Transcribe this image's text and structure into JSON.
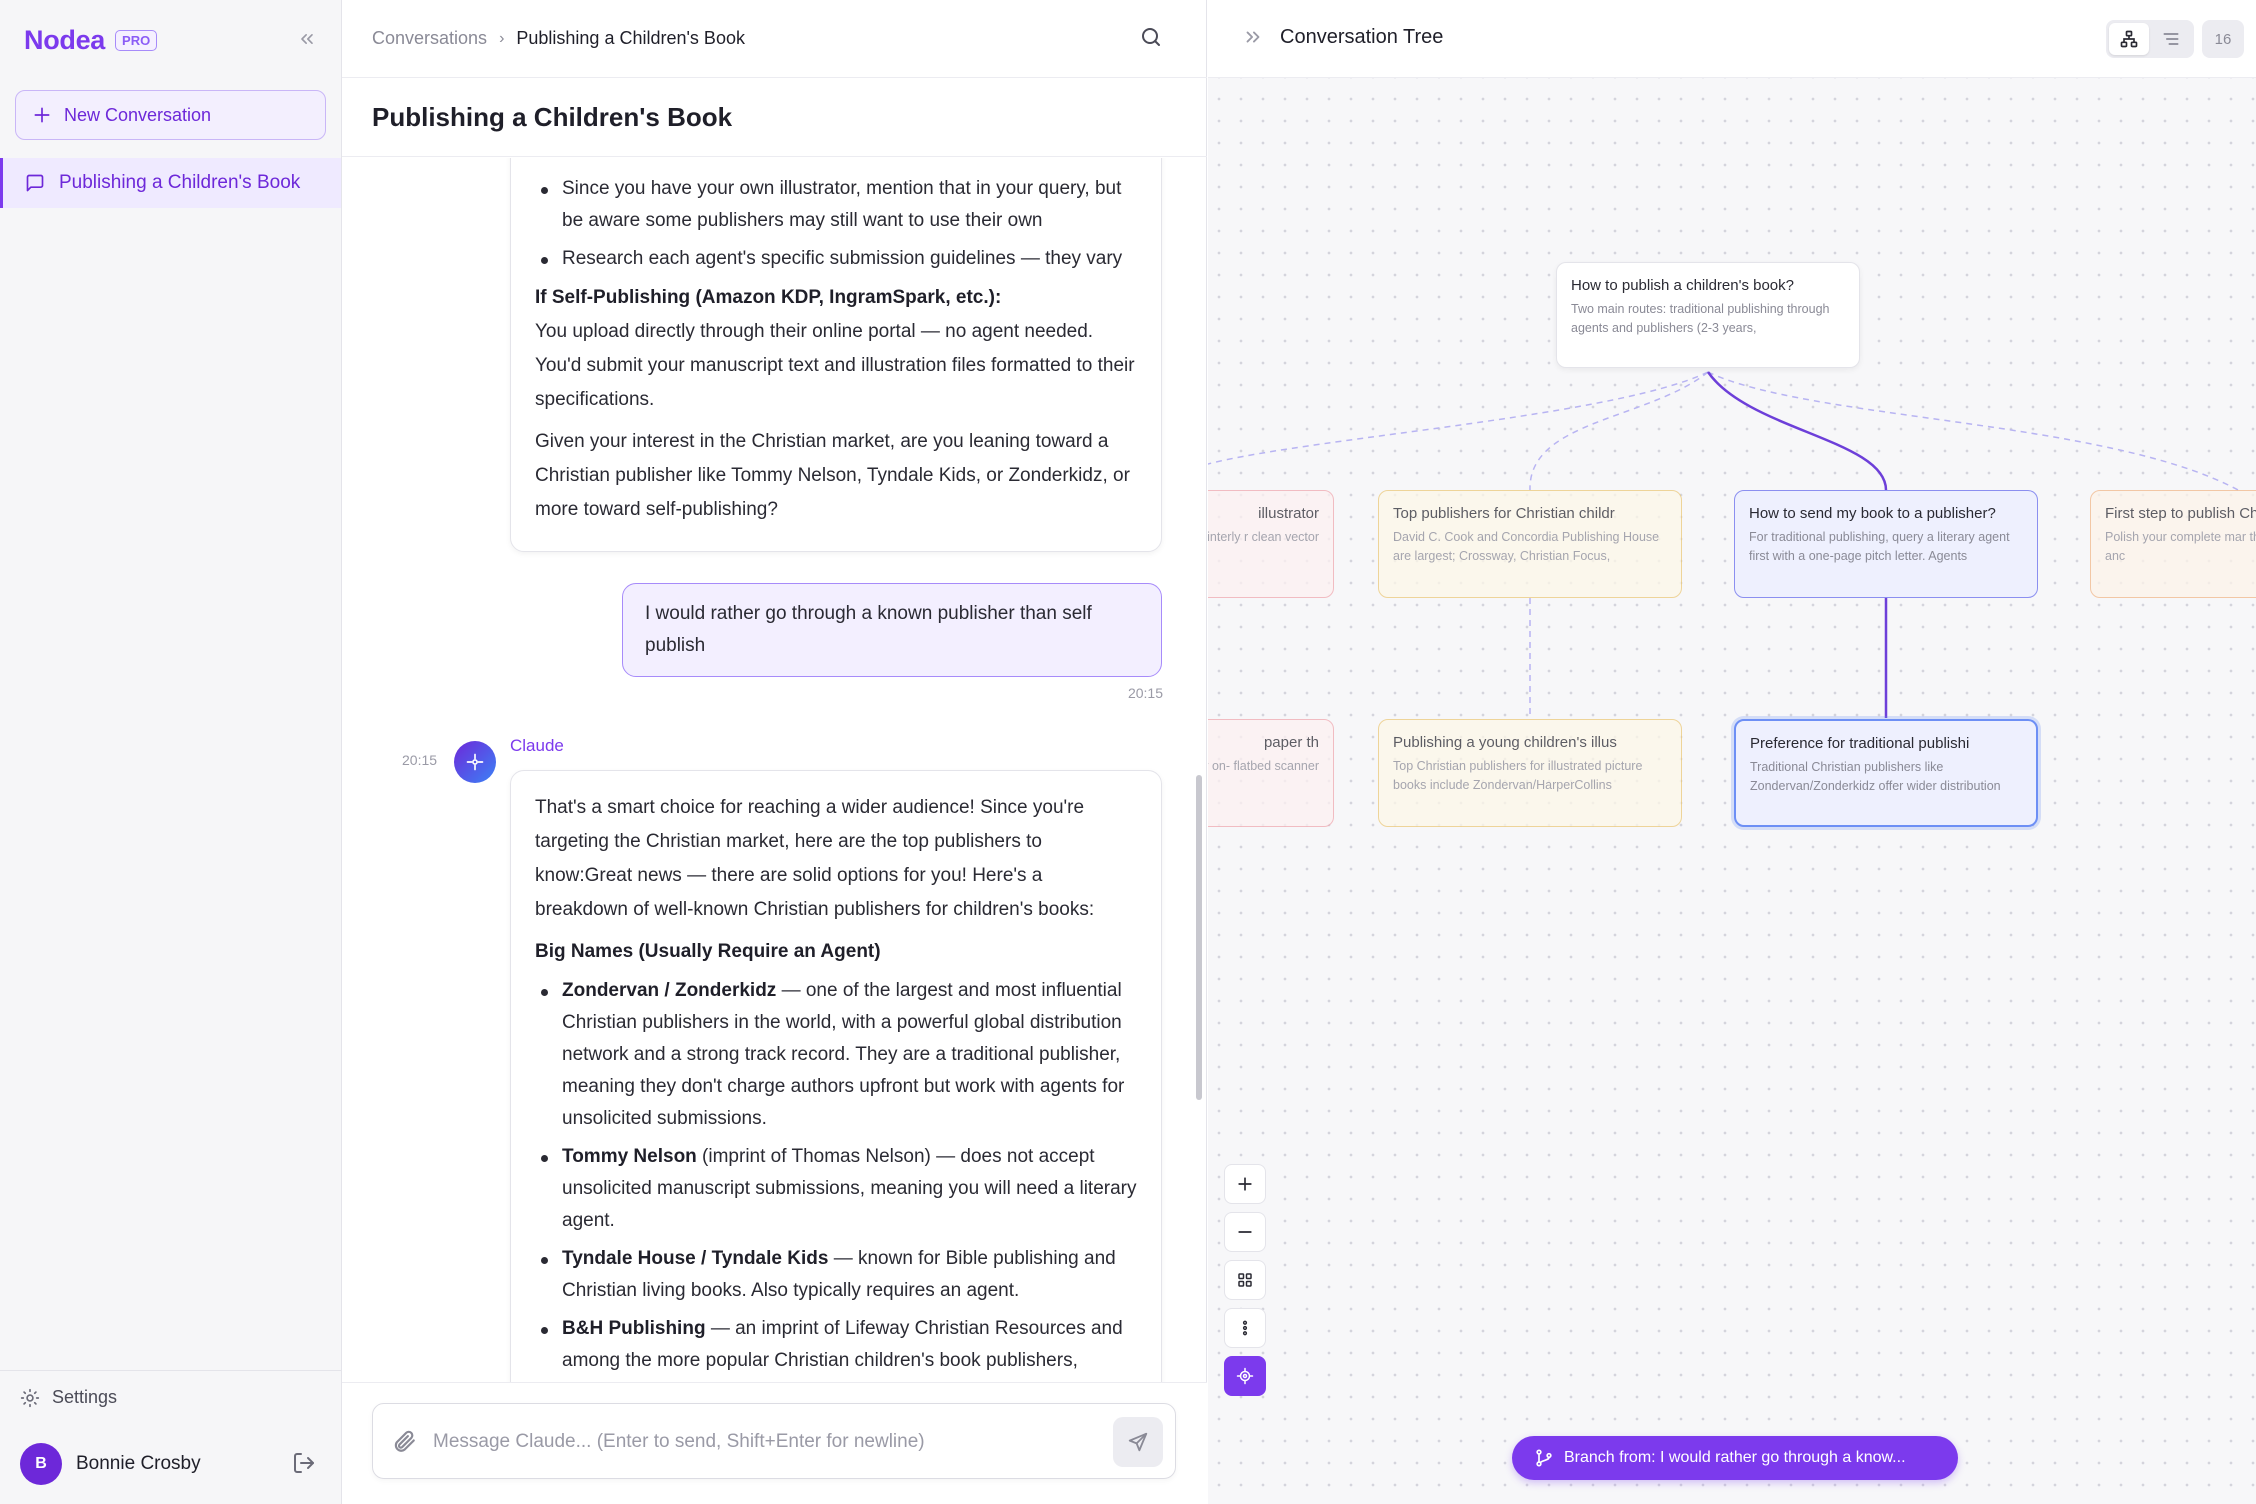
{
  "sidebar": {
    "brand": "Nodea",
    "badge": "PRO",
    "new_conversation": "New Conversation",
    "conversations": [
      {
        "label": "Publishing a Children's Book"
      }
    ],
    "settings": "Settings",
    "user": {
      "initial": "B",
      "name": "Bonnie Crosby"
    }
  },
  "chat": {
    "breadcrumb": {
      "root": "Conversations",
      "current": "Publishing a Children's Book"
    },
    "title": "Publishing a Children's Book",
    "msg1": {
      "bullets": [
        "Since you have your own illustrator, mention that in your query, but be aware some publishers may still want to use their own",
        "Research each agent's specific submission guidelines — they vary"
      ],
      "self_pub_heading": "If Self-Publishing (Amazon KDP, IngramSpark, etc.):",
      "self_pub_text": "You upload directly through their online portal — no agent needed. You'd submit your manuscript text and illustration files formatted to their specifications.",
      "closing": "Given your interest in the Christian market, are you leaning toward a Christian publisher like Tommy Nelson, Tyndale Kids, or Zonderkidz, or more toward self-publishing?"
    },
    "user_msg": {
      "text": "I would rather go through a known publisher than self publish",
      "time": "20:15"
    },
    "ai_msg": {
      "time": "20:15",
      "sender": "Claude",
      "intro": "That's a smart choice for reaching a wider audience! Since you're targeting the Christian market, here are the top publishers to know:Great news — there are solid options for you! Here's a breakdown of well-known Christian publishers for children's books:",
      "heading": "Big Names (Usually Require an Agent)",
      "items": [
        {
          "name": "Zondervan / Zonderkidz",
          "text": " — one of the largest and most influential Christian publishers in the world, with a powerful global distribution network and a strong track record. They are a traditional publisher, meaning they don't charge authors upfront but work with agents for unsolicited submissions."
        },
        {
          "name": "Tommy Nelson",
          "text": " (imprint of Thomas Nelson) — does not accept unsolicited manuscript submissions, meaning you will need a literary agent."
        },
        {
          "name": "Tyndale House / Tyndale Kids",
          "text": " — known for Bible publishing and Christian living books. Also typically requires an agent."
        },
        {
          "name": "B&H Publishing",
          "text": " — an imprint of Lifeway Christian Resources and among the more popular Christian children's book publishers,"
        }
      ]
    },
    "composer": {
      "placeholder": "Message Claude... (Enter to send, Shift+Enter for newline)"
    }
  },
  "tree": {
    "title": "Conversation Tree",
    "count": "16",
    "nodes": {
      "root": {
        "title": "How to publish a children's book?",
        "snippet": "Two main routes: traditional publishing through agents and publishers (2-3 years,"
      },
      "red1": {
        "title": "illustrator",
        "snippet": "p for painterly r clean vector"
      },
      "red2": {
        "title": "paper th",
        "snippet": "s traditionally on- flatbed scanner"
      },
      "yellow1": {
        "title": "Top publishers for Christian childr",
        "snippet": "David C. Cook and Concordia Publishing House are largest; Crossway, Christian Focus,"
      },
      "yellow2": {
        "title": "Publishing a young children's illus",
        "snippet": "Top Christian publishers for illustrated picture books include Zondervan/HarperCollins"
      },
      "blue1": {
        "title": "How to send my book to a publisher?",
        "snippet": "For traditional publishing, query a literary agent first with a one-page pitch letter. Agents"
      },
      "blue2": {
        "title": "Preference for traditional publishi",
        "snippet": "Traditional Christian publishers like Zondervan/Zonderkidz offer wider distribution"
      },
      "orange1": {
        "title": "First step to publish Ch",
        "snippet": "Polish your complete mar through proofreading anc"
      }
    },
    "branch_label": "Branch from: I would rather go through a know..."
  }
}
